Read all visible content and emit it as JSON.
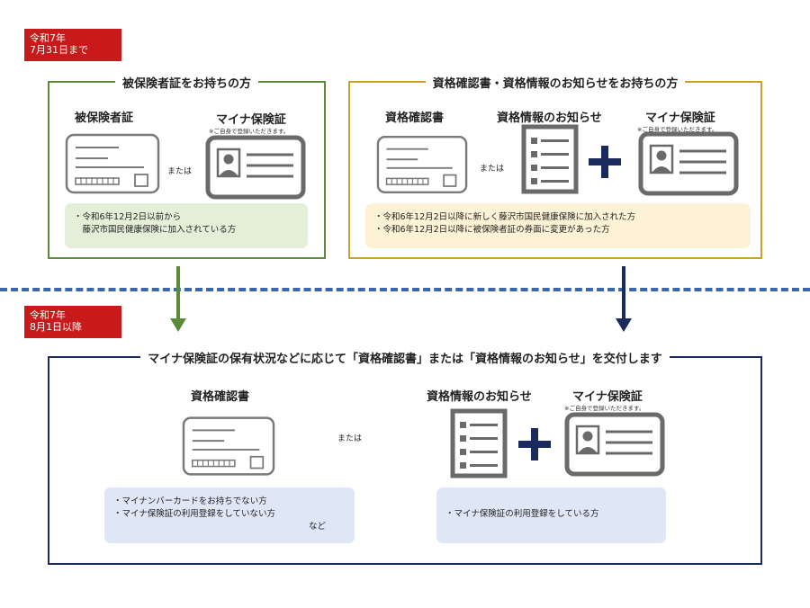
{
  "period1": {
    "badge_line1": "令和7年",
    "badge_line2": "7月31日まで"
  },
  "period2": {
    "badge_line1": "令和7年",
    "badge_line2": "8月1日以降"
  },
  "box_left": {
    "title": "被保険者証をお持ちの方",
    "label_card": "被保険者証",
    "label_my": "マイナ保険証",
    "note_my": "※ご自身で登録いただきます。",
    "or": "または",
    "info": [
      "・令和6年12月2日以前から",
      "　藤沢市国民健康保険に加入されている方"
    ]
  },
  "box_right": {
    "title": "資格確認書・資格情報のお知らせをお持ちの方",
    "label_card": "資格確認書",
    "label_notice": "資格情報のお知らせ",
    "label_my": "マイナ保険証",
    "note_my": "※ご自身で登録いただきます。",
    "or": "または",
    "info": [
      "・令和6年12月2日以降に新しく藤沢市国民健康保険に加入された方",
      "・令和6年12月2日以降に被保険者証の券面に変更があった方"
    ]
  },
  "box_bottom": {
    "title": "マイナ保険証の保有状況などに応じて「資格確認書」または「資格情報のお知らせ」を交付します",
    "label_card": "資格確認書",
    "label_notice": "資格情報のお知らせ",
    "label_my": "マイナ保険証",
    "note_my": "※ご自身で登録いただきます。",
    "or": "または",
    "info_left": [
      "・マイナンバーカードをお持ちでない方",
      "・マイナ保険証の利用登録をしていない方",
      "など"
    ],
    "info_right": [
      "・マイナ保険証の利用登録をしている方"
    ]
  },
  "colors": {
    "badge": "#c81a1a",
    "green": "#5b8a3a",
    "gold": "#c9a227",
    "navy": "#1b2a5c",
    "dash": "#3a66b0",
    "green_fill": "#e4efd8",
    "yellow_fill": "#fdf2d6",
    "blue_fill": "#dfe6f6",
    "icon_gray": "#6a6a6a"
  },
  "icons": [
    "insurance-card-icon",
    "my-number-card-icon",
    "notice-document-icon",
    "plus-icon",
    "down-arrow-icon"
  ]
}
